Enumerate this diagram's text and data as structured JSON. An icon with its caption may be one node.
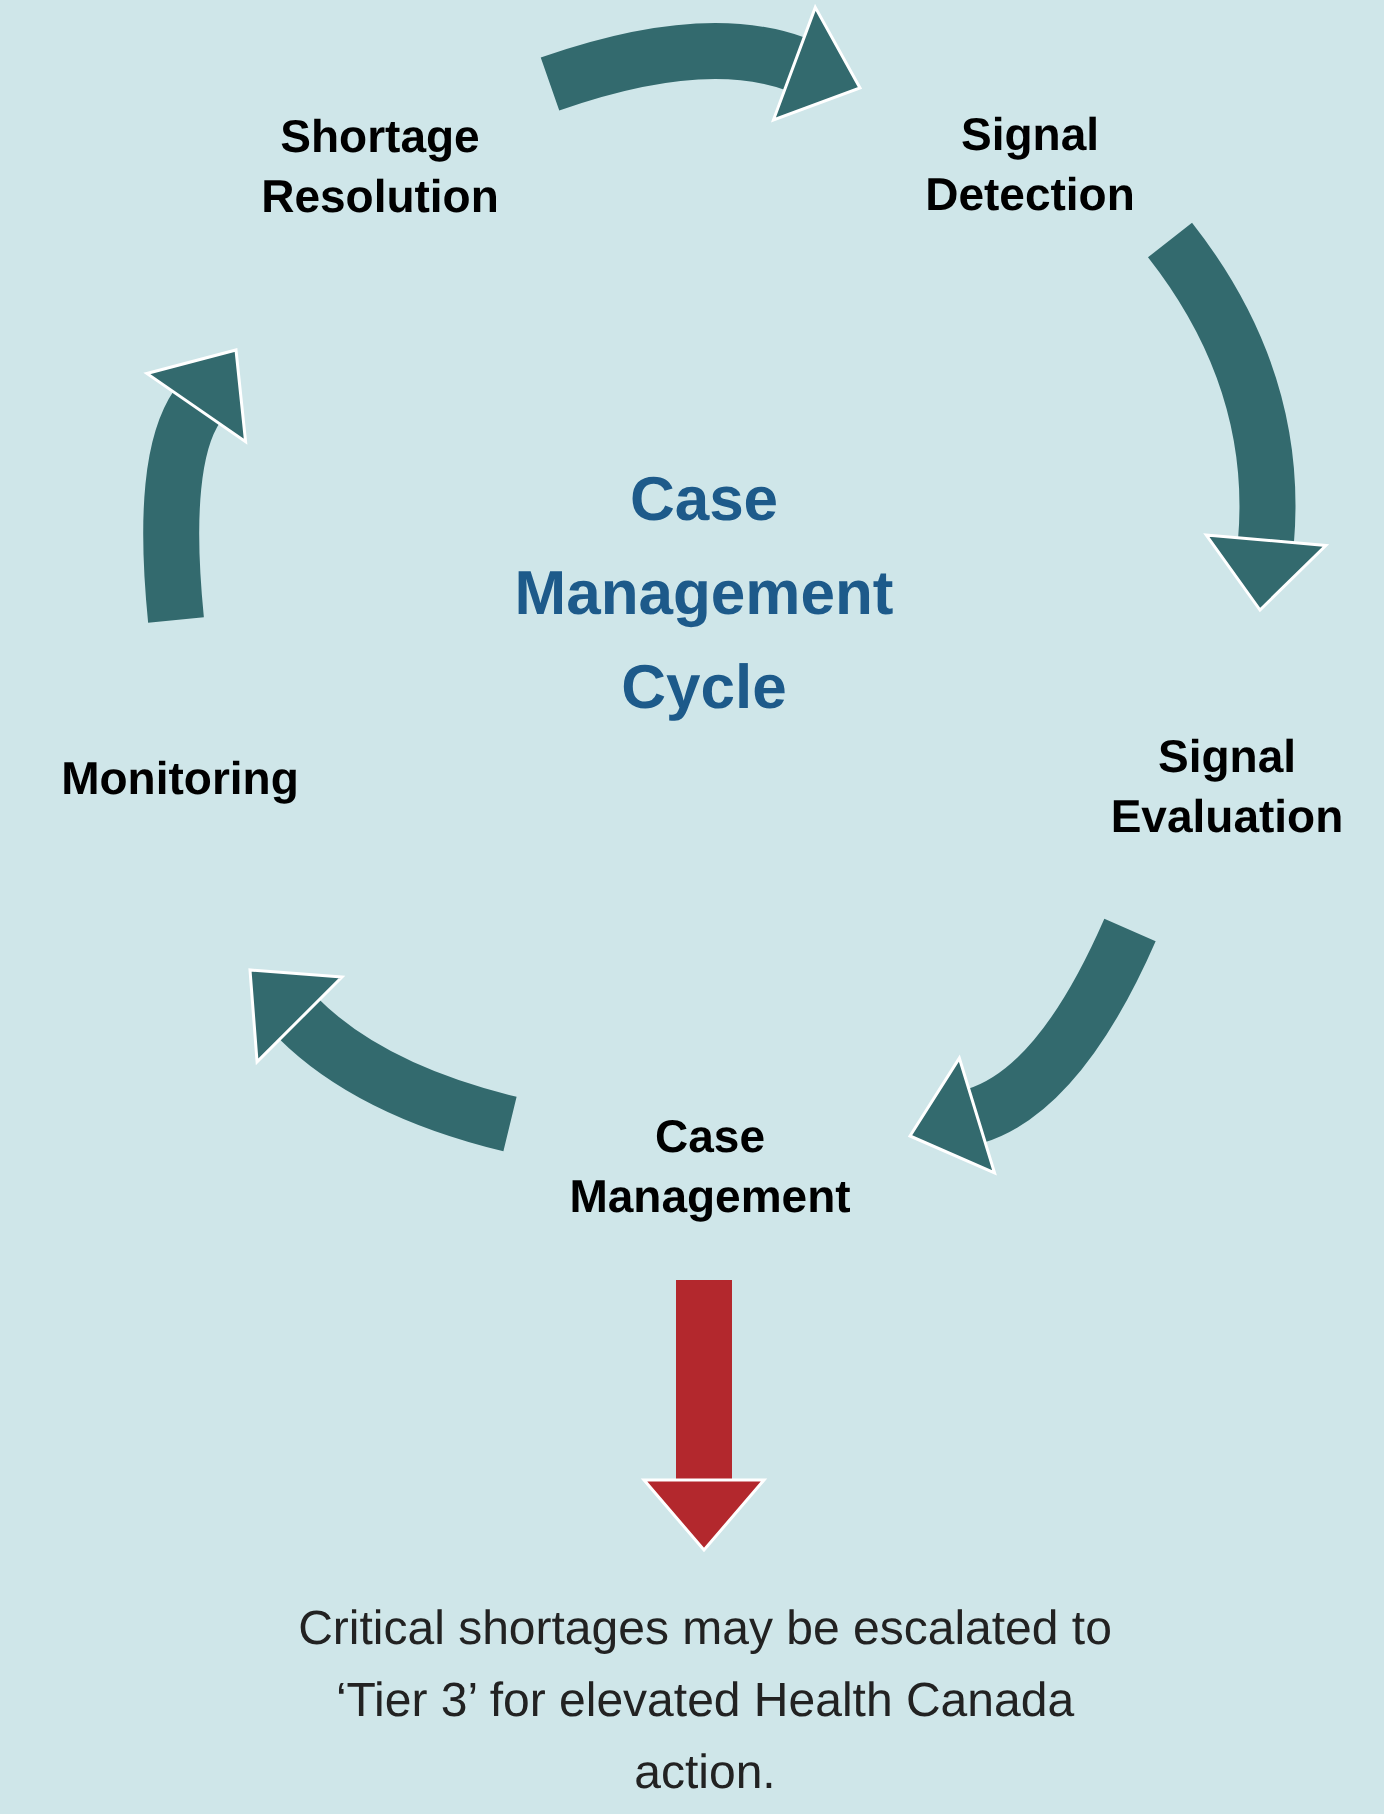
{
  "diagram": {
    "nodes": [
      {
        "text": [
          "Shortage Resolution"
        ]
      },
      {
        "text": [
          "Signal Detection"
        ]
      },
      {
        "text": [
          "Signal Evaluation"
        ]
      },
      {
        "text": [
          "Case Management"
        ]
      },
      {
        "text": [
          "Monitoring"
        ]
      },
      {
        "text": [
          "Critical shortages may be escalated to ‘Tier 3’ for elevated Health Canada action."
        ]
      }
    ],
    "edges": [
      {
        "from": 0,
        "to": 1,
        "arrow": "to"
      },
      {
        "from": 1,
        "to": 2,
        "arrow": "to"
      },
      {
        "from": 2,
        "to": 3,
        "arrow": "to"
      },
      {
        "from": 3,
        "to": 4,
        "arrow": "to"
      },
      {
        "from": 4,
        "to": 0,
        "arrow": "to"
      },
      {
        "from": 3,
        "to": 5,
        "arrow": "to",
        "color": "#b3282d"
      }
    ],
    "labels": [
      "Case Management Cycle"
    ]
  }
}
